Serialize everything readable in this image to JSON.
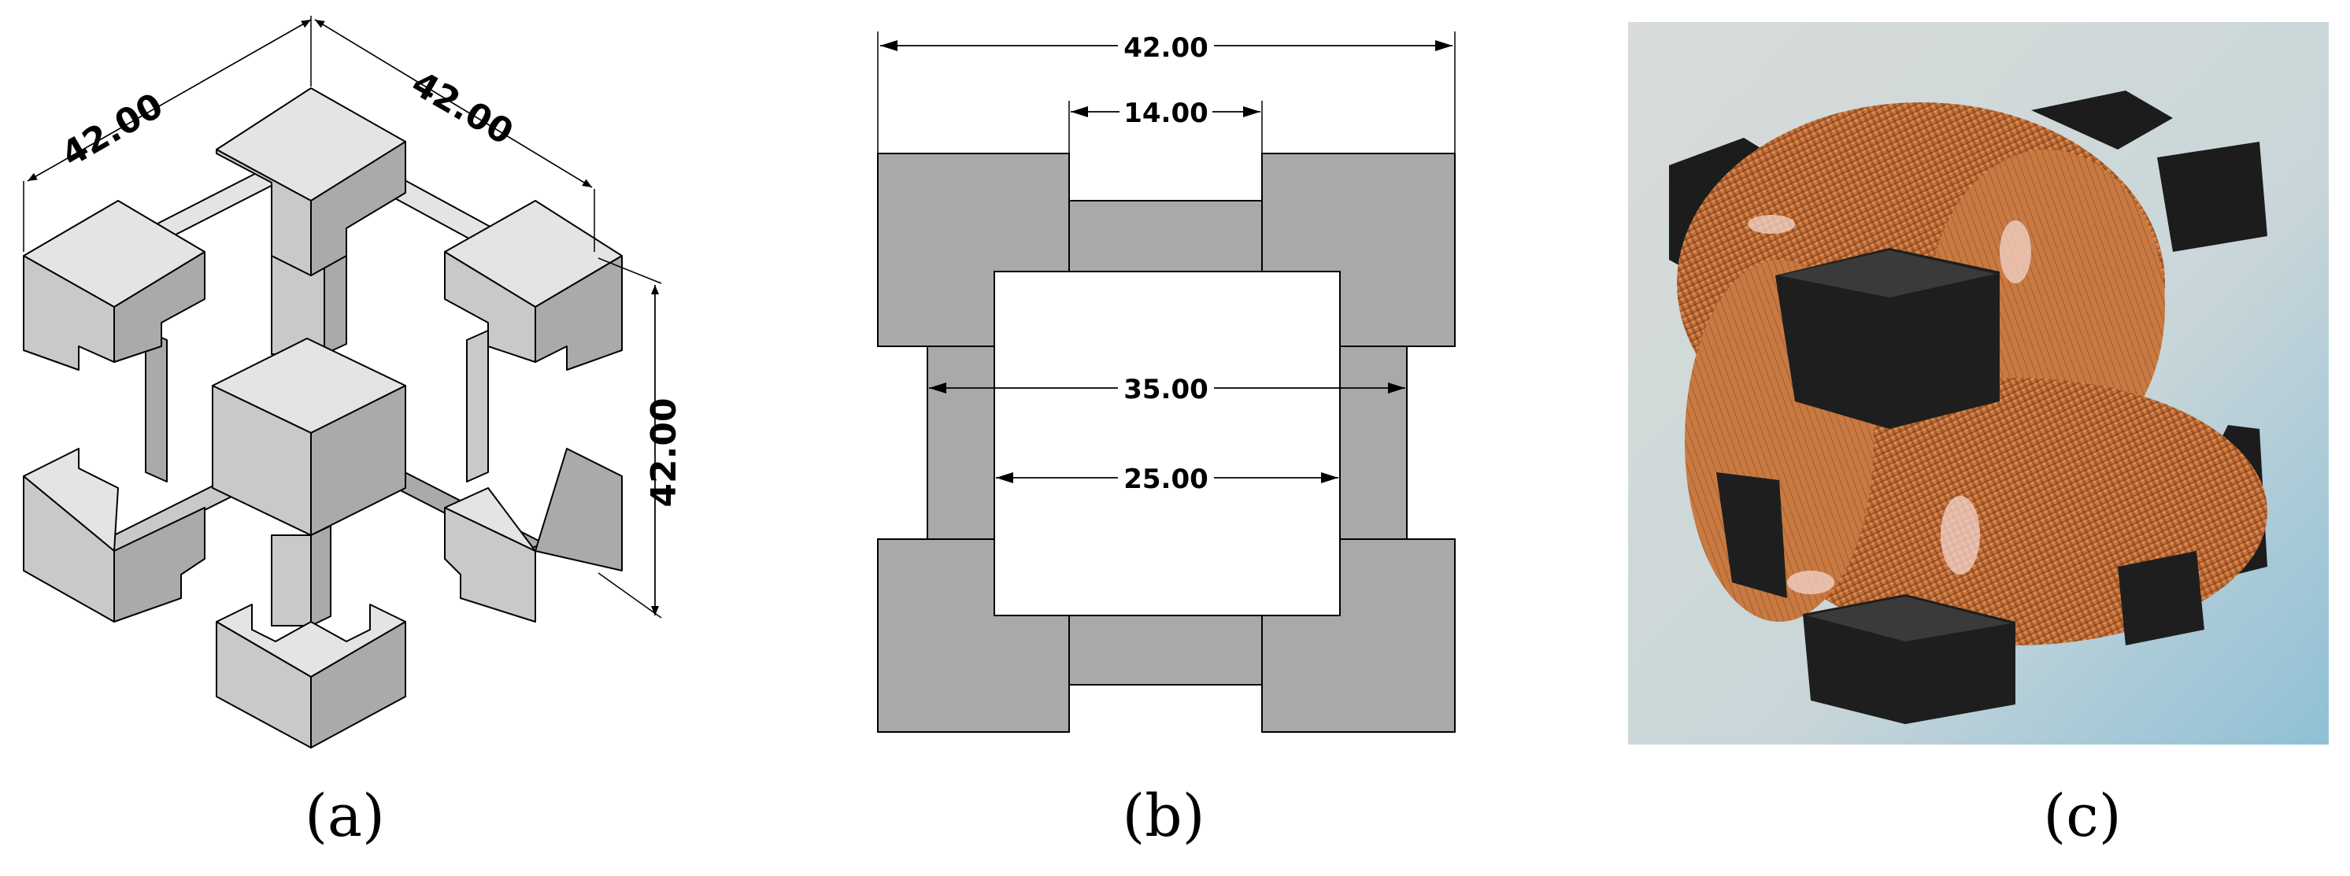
{
  "panels": {
    "a": {
      "caption": "(a)",
      "dims": {
        "left": "42.00",
        "right": "42.00",
        "height": "42.00"
      }
    },
    "b": {
      "caption": "(b)",
      "dims": {
        "overall": "42.00",
        "slot": "14.00",
        "outer_inner": "35.00",
        "inner": "25.00"
      }
    },
    "c": {
      "caption": "(c)"
    }
  },
  "colors": {
    "face_top": "#e4e4e4",
    "face_left": "#c9c9c9",
    "face_right": "#aaaaaa",
    "section_gray": "#a9a9a9",
    "copper": "#c8733a",
    "black_frame": "#1c1c1c"
  }
}
